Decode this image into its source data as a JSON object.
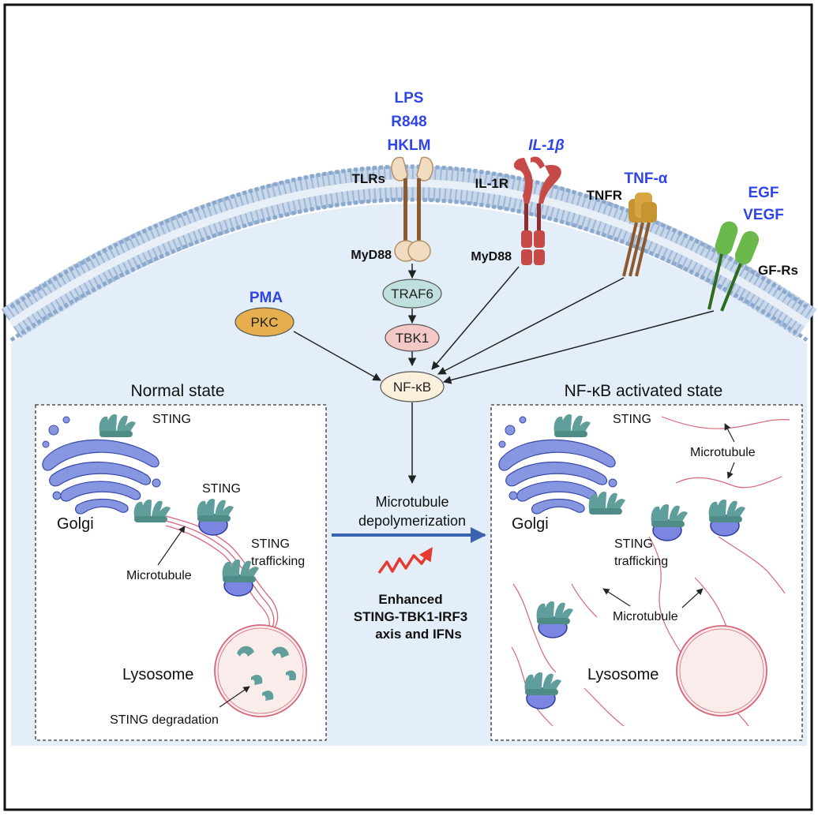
{
  "ligands": {
    "tlr_ligands": [
      "LPS",
      "R848",
      "HKLM"
    ],
    "il1": "IL-1β",
    "tnf": "TNF-α",
    "gf": [
      "EGF",
      "VEGF"
    ],
    "pma": "PMA"
  },
  "receptors": {
    "tlrs": "TLRs",
    "myd88_tlr": "MyD88",
    "il1r": "IL-1R",
    "myd88_il1r": "MyD88",
    "tnfr": "TNFR",
    "gfrs": "GF-Rs"
  },
  "nodes": {
    "traf6": "TRAF6",
    "tbk1": "TBK1",
    "pkc": "PKC",
    "nfkb": "NF-κB"
  },
  "center": {
    "mt_line1": "Microtubule",
    "mt_line2": "depolymerization",
    "enh_line1": "Enhanced",
    "enh_line2": "STING-TBK1-IRF3",
    "enh_line3": "axis and IFNs"
  },
  "normal_panel": {
    "title": "Normal state",
    "sting_top": "STING",
    "sting_mid": "STING",
    "golgi": "Golgi",
    "trafficking_line1": "STING",
    "trafficking_line2": "trafficking",
    "microtubule": "Microtubule",
    "lysosome": "Lysosome",
    "degradation": "STING degradation"
  },
  "activated_panel": {
    "title": "NF-κB activated state",
    "sting_top": "STING",
    "golgi": "Golgi",
    "microtubule_top": "Microtubule",
    "trafficking_line1": "STING",
    "trafficking_line2": "trafficking",
    "microtubule_bottom": "Microtubule",
    "lysosome": "Lysosome"
  },
  "colors": {
    "cytoplasm": "#e4eef8",
    "membrane": "#a9c1dd",
    "ligand_text": "#2f44e6",
    "traf6": "#bfe0dc",
    "tbk1": "#f2c9c5",
    "pkc": "#e6ae4c",
    "nfkb": "#fbf0dc",
    "sting": "#5f9e9a",
    "golgi": "#8696e0",
    "vesicle": "#7a86e0",
    "microtubule": "#d6667a",
    "arrow_blue": "#3b62ad",
    "zigzag": "#e63a2e"
  }
}
